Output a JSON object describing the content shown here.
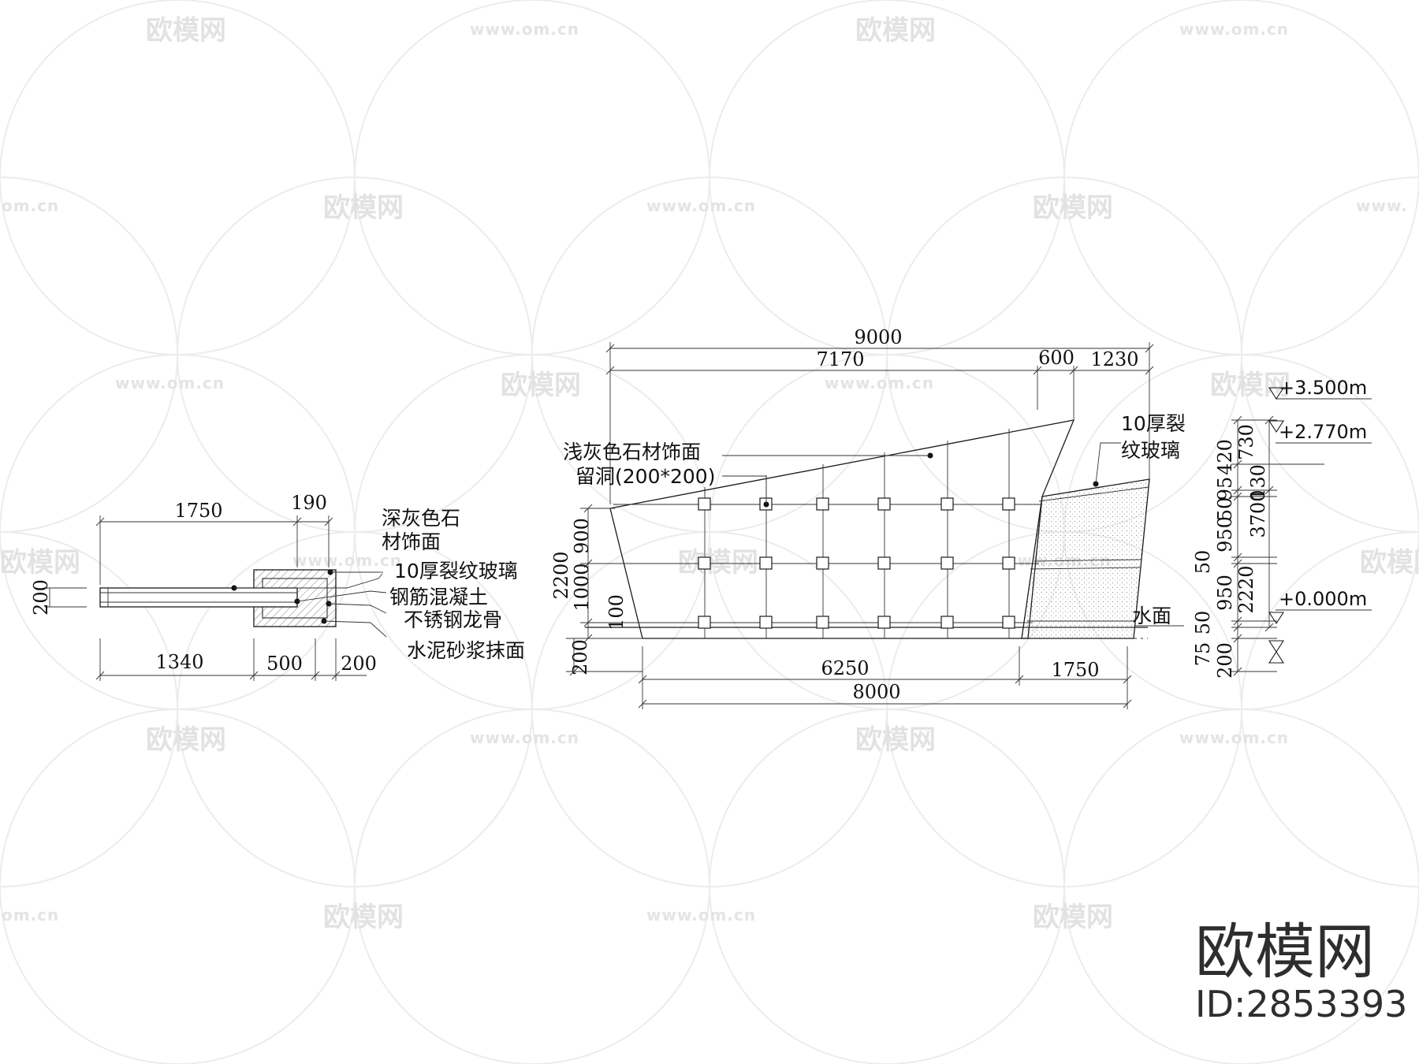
{
  "watermark": {
    "logo_text": "欧模网",
    "url_text": "www.om.cn",
    "url_partial": "om.cn",
    "url_partial_right": "www."
  },
  "brand": {
    "name": "欧模网",
    "id_text": "ID:2853393"
  },
  "section": {
    "dims": {
      "top_1750": "1750",
      "top_190": "190",
      "left_200": "200",
      "bot_1340": "1340",
      "bot_500": "500",
      "bot_200": "200"
    },
    "labels": {
      "dark_stone_1": "深灰色石",
      "dark_stone_2": "材饰面",
      "glass": "10厚裂纹玻璃",
      "concrete": "钢筋混凝土",
      "keel": "不锈钢龙骨",
      "mortar": "水泥砂浆抹面"
    }
  },
  "elevation": {
    "dims": {
      "top_9000": "9000",
      "top_7170": "7170",
      "top_600": "600",
      "top_1230": "1230",
      "left_2200": "2200",
      "left_900": "900",
      "left_1000": "1000",
      "left_100": "100",
      "left_200": "200",
      "bot_6250": "6250",
      "bot_1750": "1750",
      "bot_8000": "8000"
    },
    "labels": {
      "light_stone": "浅灰色石材饰面",
      "opening": "留洞(200*200)",
      "glass_1": "10厚裂",
      "glass_2": "纹玻璃",
      "water": "水面"
    }
  },
  "levels": {
    "l3500": "+3.500m",
    "l2770": "+2.770m",
    "l0000": "+0.000m",
    "dims": {
      "d730": "730",
      "d420": "420",
      "d95": "95",
      "d50a": "50",
      "d950a": "950",
      "d50b": "50",
      "d950b": "950",
      "d50c": "50",
      "d75": "75",
      "d200": "200",
      "d3700": "3700",
      "d130": "130",
      "d2220": "2220"
    }
  }
}
